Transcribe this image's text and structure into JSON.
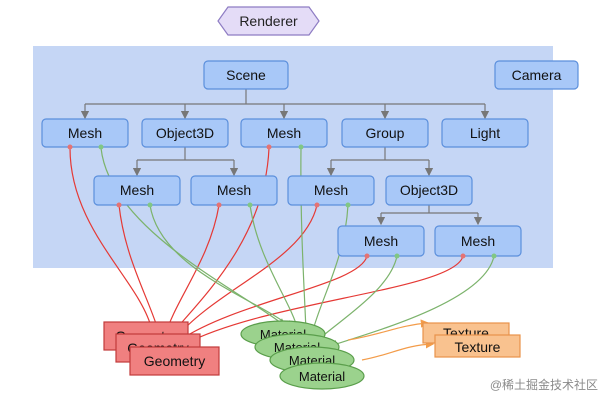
{
  "renderer": {
    "label": "Renderer"
  },
  "scene_graph": {
    "scene": "Scene",
    "camera": "Camera",
    "level1": [
      "Mesh",
      "Object3D",
      "Mesh",
      "Group",
      "Light"
    ],
    "level2": [
      "Mesh",
      "Mesh",
      "Mesh",
      "Object3D"
    ],
    "level3": [
      "Mesh",
      "Mesh"
    ]
  },
  "resources": {
    "geometry": [
      "Geometry",
      "Geometry",
      "Geometry"
    ],
    "material": [
      "Material",
      "Material",
      "Material",
      "Material"
    ],
    "texture": [
      "Texture",
      "Texture"
    ]
  },
  "watermark": "@稀土掘金技术社区",
  "colors": {
    "scene_bg": "#c5d6f5",
    "node_fill": "#a8c8f8",
    "node_stroke": "#5b8fdc",
    "renderer_fill": "#e4dcf7",
    "renderer_stroke": "#8e7cc3",
    "geometry_fill": "#f08080",
    "geometry_stroke": "#c23b3b",
    "material_fill": "#9bd28d",
    "material_stroke": "#5a9e4b",
    "texture_fill": "#f9c28f",
    "texture_stroke": "#e8924a",
    "red_link": "#e53935",
    "green_link": "#7cb36c",
    "orange_link": "#f39c4a",
    "tree_link": "#777777"
  }
}
